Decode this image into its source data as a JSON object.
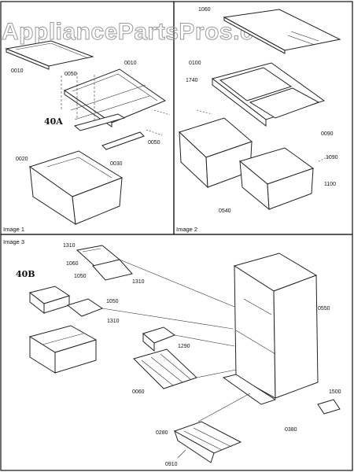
{
  "watermark": "AppliancePartsPros.com",
  "panels": {
    "image1": "Image 1",
    "image2": "Image 2",
    "image3": "Image 3"
  },
  "image1_labels": {
    "l0010a": "0010",
    "l0010b": "0010",
    "l0050a": "0050",
    "l40A": "40A",
    "l0050b": "0050",
    "l0030": "0030",
    "l0020": "0020"
  },
  "image2_labels": {
    "l1060": "1060",
    "l0100": "0100",
    "l1740": "1740",
    "l0090": "0090",
    "l1090": "1090",
    "l1100": "1100",
    "l0540": "0540"
  },
  "image3_labels": {
    "l1310a": "1310",
    "l1060": "1060",
    "l1050a": "1050",
    "l1310b": "1310",
    "l40B": "40B",
    "l1050b": "1050",
    "l1310c": "1310",
    "l0550": "0550",
    "l1290": "1290",
    "l0060": "0060",
    "l1500": "1500",
    "l0380": "0380",
    "l0280": "0280",
    "l0910": "0910"
  }
}
